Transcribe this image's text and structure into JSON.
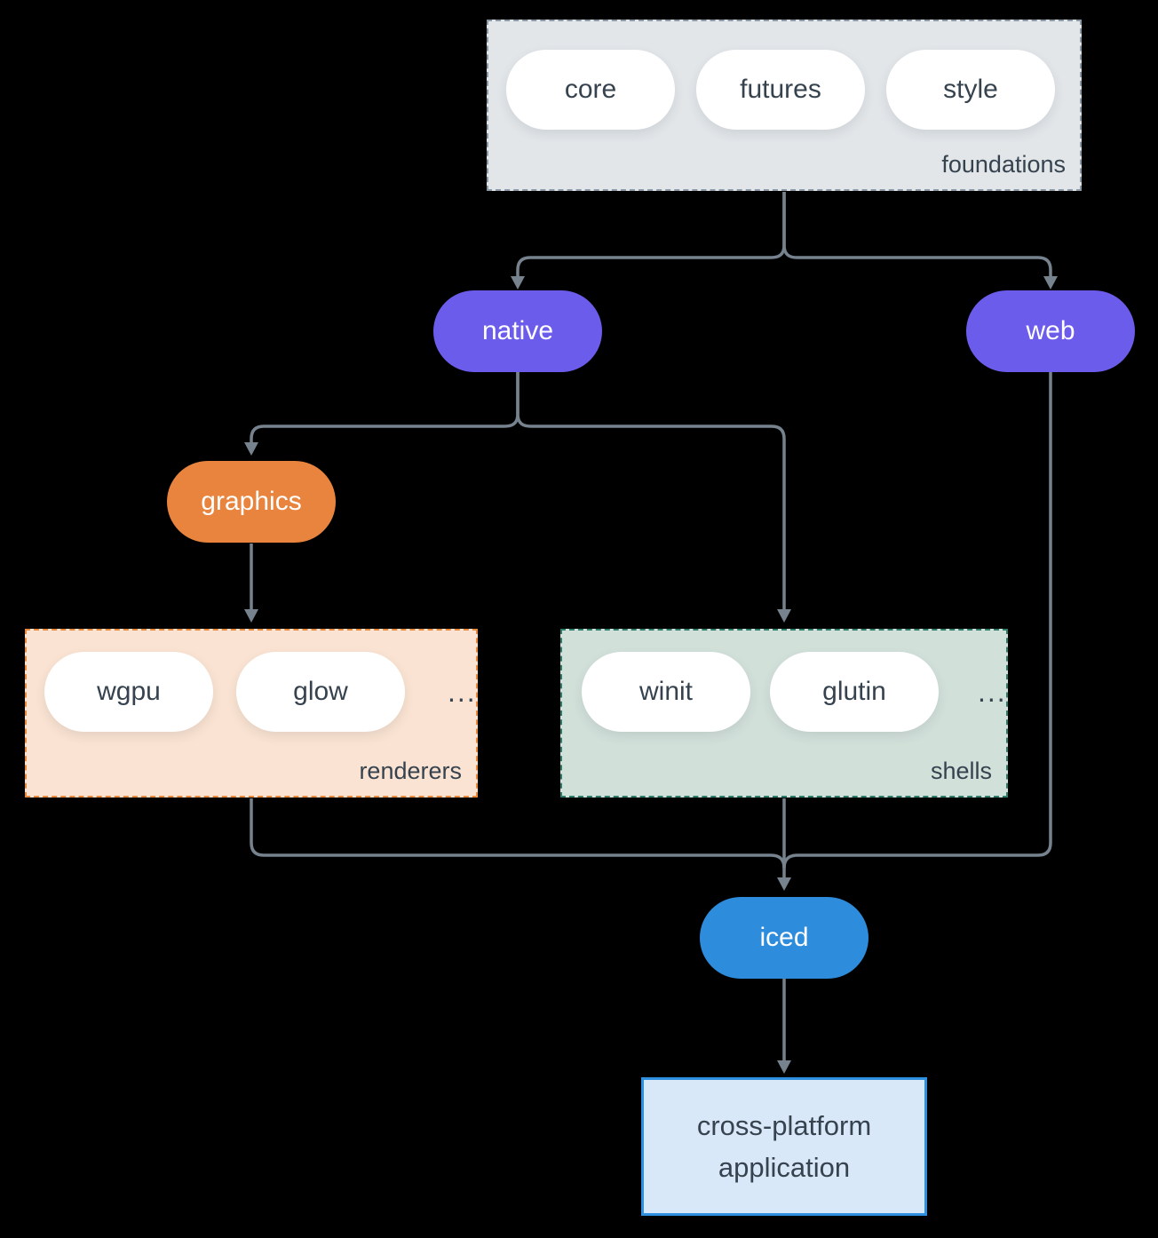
{
  "diagram": {
    "background_color": "#000000",
    "connector_color": "#76828E",
    "groups": {
      "foundations": {
        "label": "foundations",
        "items": [
          "core",
          "futures",
          "style"
        ],
        "fill": "#E2E6E9",
        "border_color": "#8B98A6",
        "text_color": "#36434F"
      },
      "renderers": {
        "label": "renderers",
        "items": [
          "wgpu",
          "glow"
        ],
        "ellipsis": "...",
        "fill": "#FAE3D2",
        "border_color": "#E9893C"
      },
      "shells": {
        "label": "shells",
        "items": [
          "winit",
          "glutin"
        ],
        "ellipsis": "...",
        "fill": "#D2E0DA",
        "border_color": "#2E7D6B"
      }
    },
    "nodes": {
      "native": {
        "label": "native",
        "fill": "#6C5CEC",
        "text_color": "#FFFFFF"
      },
      "web": {
        "label": "web",
        "fill": "#6C5CEC",
        "text_color": "#FFFFFF"
      },
      "graphics": {
        "label": "graphics",
        "fill": "#E8843E",
        "text_color": "#FFFFFF"
      },
      "iced": {
        "label": "iced",
        "fill": "#2D8CDB",
        "text_color": "#FFFFFF"
      },
      "application": {
        "label_line1": "cross-platform",
        "label_line2": "application",
        "fill": "#D9E8F9",
        "border_color": "#2E90DF",
        "text_color": "#36434F"
      }
    }
  }
}
